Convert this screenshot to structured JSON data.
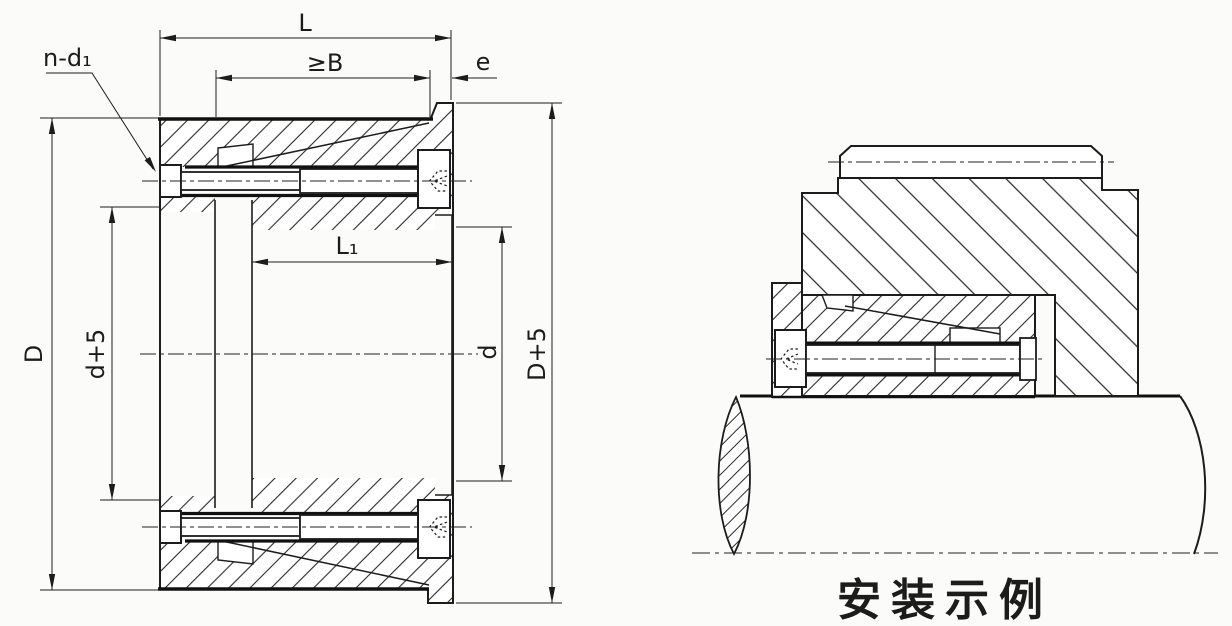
{
  "drawing": {
    "type": "engineering-section-drawing",
    "colors": {
      "line": "#1c1c1c",
      "caption_blue": "#2329a6",
      "paper": "#fbfbf9"
    },
    "section_view": {
      "name": "locking-assembly-cross-section",
      "dims": {
        "total_length": "L",
        "min_hub_width": "≥B",
        "flange_offset": "e",
        "bolt_spec": "n-d₁",
        "sleeve_length": "L₁",
        "outer_dia": "D",
        "inner_dia_plus": "d+5",
        "bore_dia": "d",
        "outer_dia_plus": "D+5"
      }
    },
    "installation_view": {
      "name": "installation-example",
      "caption": "安装示例"
    }
  }
}
